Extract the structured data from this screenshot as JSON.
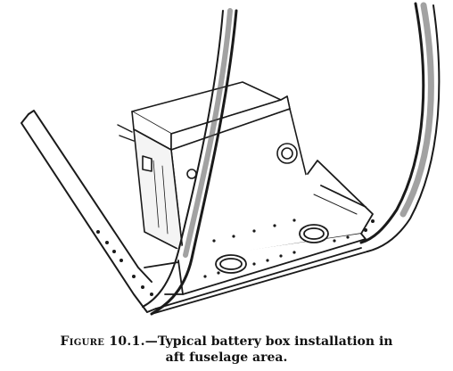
{
  "caption": {
    "figure_label": "Figure 10.1.",
    "line1": "—Typical battery box installation in",
    "line2": "aft fuselage area."
  },
  "colors": {
    "ink": "#1a1a1a",
    "paper": "#ffffff",
    "shade": "#555555"
  }
}
